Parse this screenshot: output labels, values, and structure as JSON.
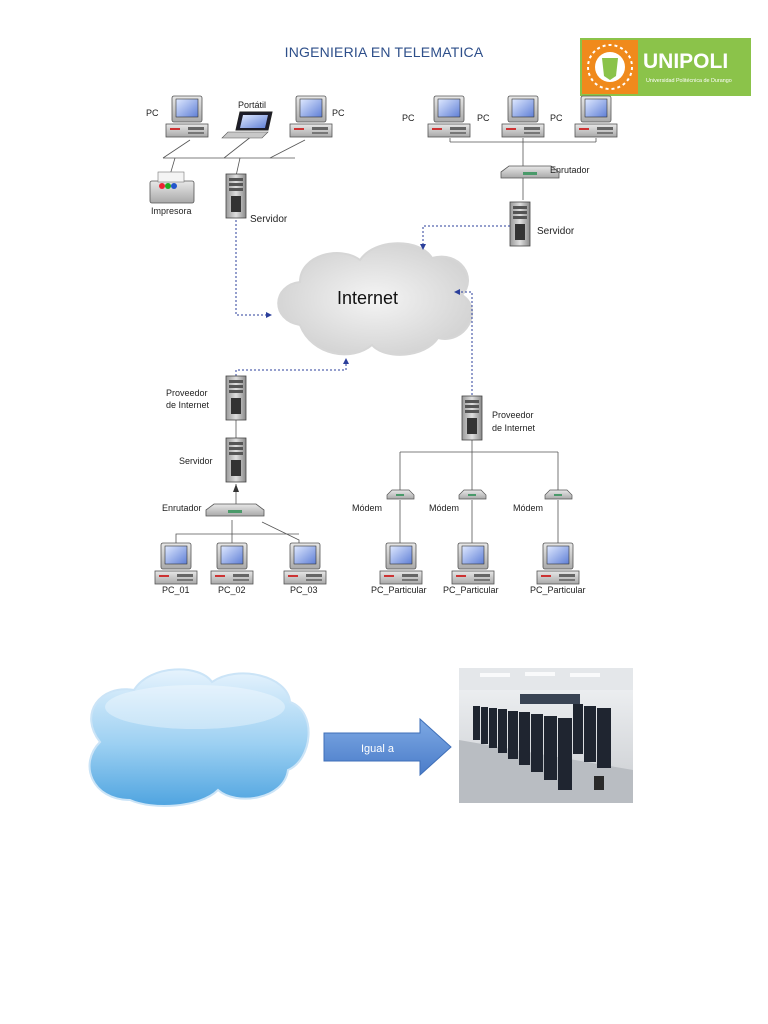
{
  "header": {
    "title": "INGENIERIA EN TELEMATICA"
  },
  "logo": {
    "text": "UNIPOLI",
    "subtitle": "Universidad Politécnica de Durango"
  },
  "network": {
    "top_left": {
      "pc1": "PC",
      "laptop": "Portátil",
      "pc2": "PC",
      "printer": "Impresora",
      "server": "Servidor"
    },
    "top_right": {
      "pc1": "PC",
      "pc2": "PC",
      "pc3": "PC",
      "router": "Enrutador",
      "server": "Servidor"
    },
    "cloud": "Internet",
    "bottom_left": {
      "isp_line1": "Proveedor",
      "isp_line2": "de Internet",
      "server": "Servidor",
      "router": "Enrutador",
      "pcs": [
        "PC_01",
        "PC_02",
        "PC_03"
      ]
    },
    "bottom_right": {
      "isp_line1": "Proveedor",
      "isp_line2": "de Internet",
      "modems": [
        "Módem",
        "Módem",
        "Módem"
      ],
      "pcs": [
        "PC_Particular",
        "PC_Particular",
        "PC_Particular"
      ]
    }
  },
  "analogy": {
    "arrow_label": "Igual a"
  },
  "colors": {
    "title": "#2e4f8a",
    "dotted_link": "#2b3f9b",
    "logo_green": "#8bc34a",
    "logo_orange": "#f08a1c",
    "arrow": "#5b8ed6"
  }
}
